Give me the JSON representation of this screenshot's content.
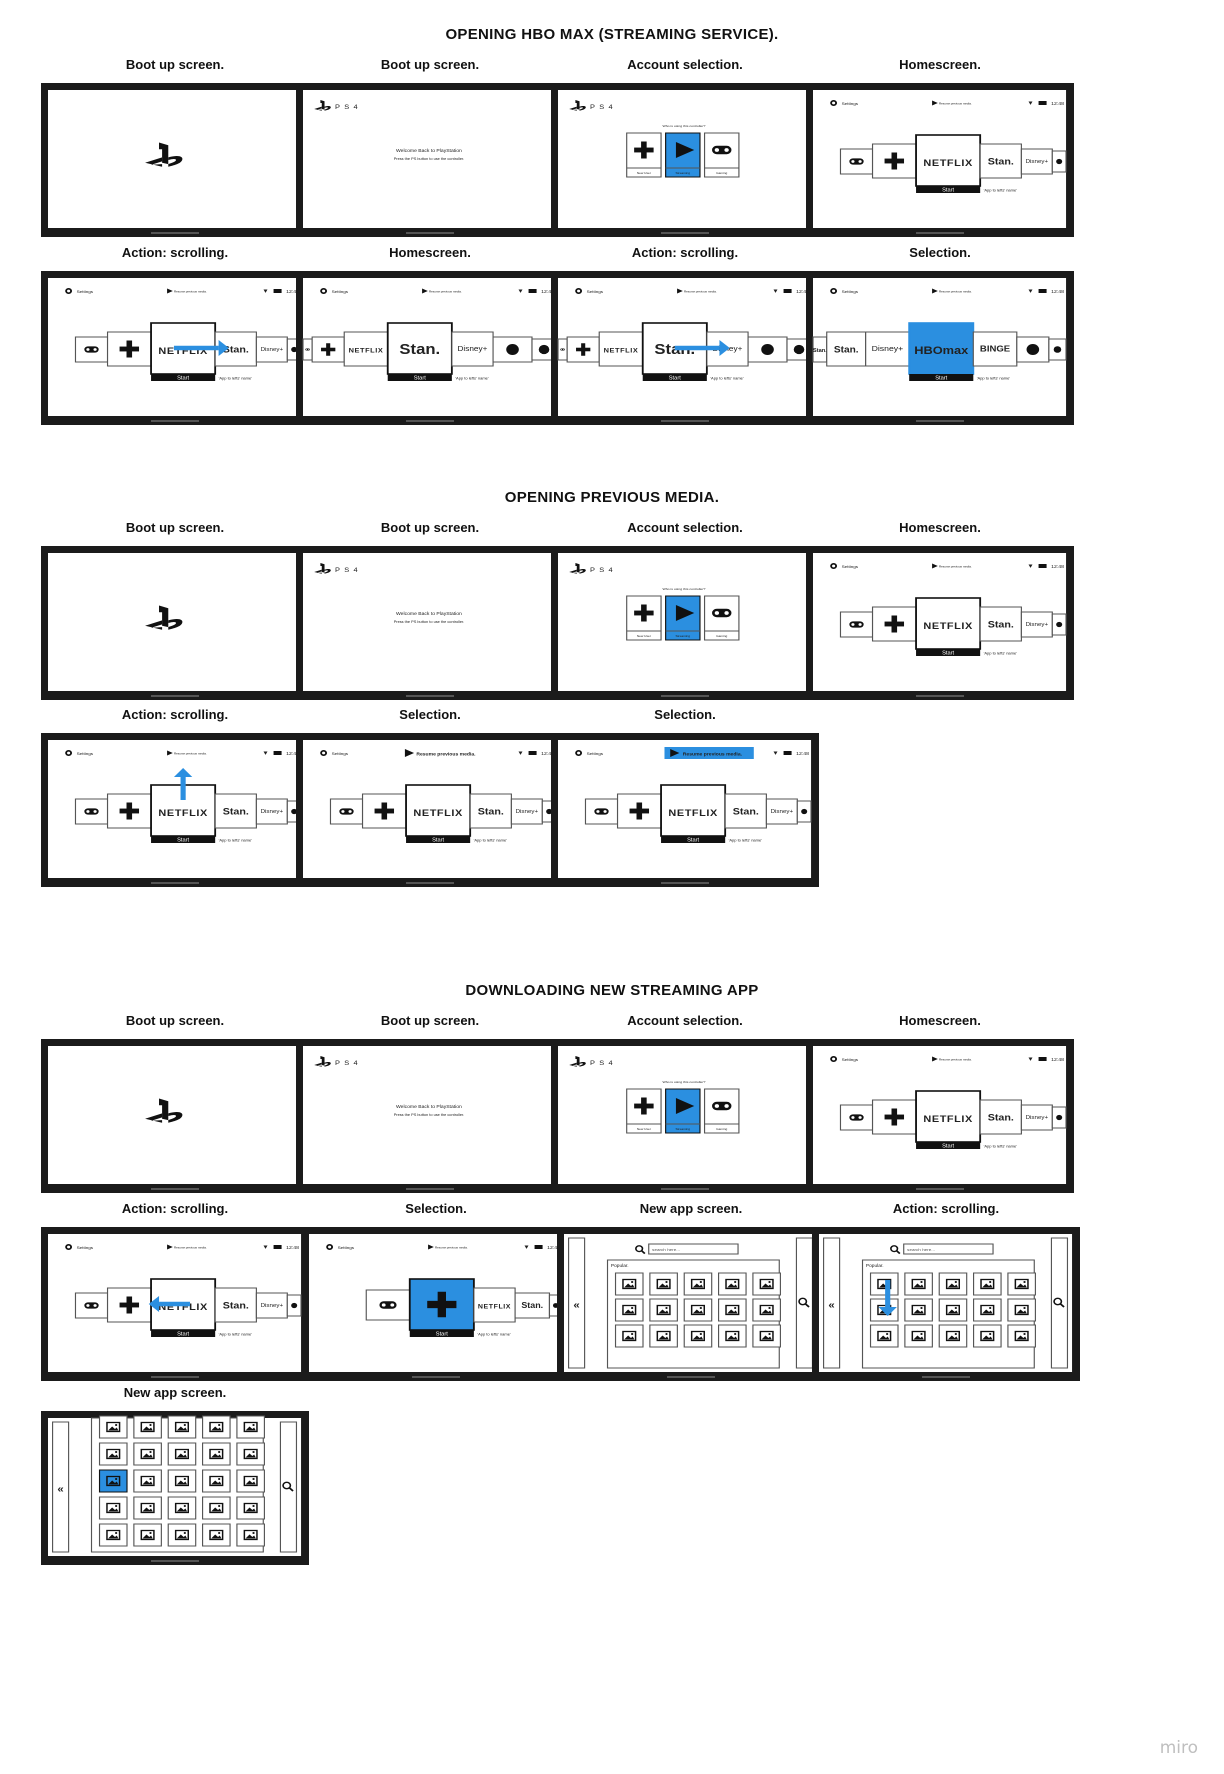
{
  "sections": [
    {
      "title": "OPENING HBO MAX (STREAMING SERVICE).",
      "frames": [
        {
          "label": "Boot up screen.",
          "screen": "boot"
        },
        {
          "label": "Boot up screen.",
          "screen": "welcome"
        },
        {
          "label": "Account selection.",
          "screen": "account"
        },
        {
          "label": "Homescreen.",
          "screen": "home"
        },
        {
          "label": "Action: scrolling.",
          "screen": "home",
          "arrow": "right"
        },
        {
          "label": "Homescreen.",
          "screen": "home2"
        },
        {
          "label": "Action: scrolling.",
          "screen": "home2",
          "arrow": "right"
        },
        {
          "label": "Selection.",
          "screen": "hbo"
        }
      ]
    },
    {
      "title": "OPENING PREVIOUS MEDIA.",
      "frames": [
        {
          "label": "Boot up screen.",
          "screen": "boot"
        },
        {
          "label": "Boot up screen.",
          "screen": "welcome"
        },
        {
          "label": "Account selection.",
          "screen": "account"
        },
        {
          "label": "Homescreen.",
          "screen": "home"
        },
        {
          "label": "Action: scrolling.",
          "screen": "home",
          "arrow": "up"
        },
        {
          "label": "Selection.",
          "screen": "home",
          "resume": "focused"
        },
        {
          "label": "Selection.",
          "screen": "home",
          "resume": "selected"
        }
      ]
    },
    {
      "title": "DOWNLOADING NEW STREAMING APP",
      "frames": [
        {
          "label": "Boot up screen.",
          "screen": "boot"
        },
        {
          "label": "Boot up screen.",
          "screen": "welcome"
        },
        {
          "label": "Account selection.",
          "screen": "account"
        },
        {
          "label": "Homescreen.",
          "screen": "home"
        },
        {
          "label": "Action: scrolling.",
          "screen": "home",
          "arrow": "left"
        },
        {
          "label": "Selection.",
          "screen": "addapp"
        },
        {
          "label": "New app screen.",
          "screen": "store"
        },
        {
          "label": "Action: scrolling.",
          "screen": "store",
          "arrow": "down"
        },
        {
          "label": "New app screen.",
          "screen": "store2"
        }
      ]
    }
  ],
  "ui": {
    "ps4": "P S 4",
    "welcome_title": "Welcome Back to PlayStation",
    "welcome_sub": "Press the PS button to use the controller.",
    "account_prompt": "Who is using this controller?",
    "account_labels": [
      "New User",
      "Streaming",
      "Gaming"
    ],
    "settings": "Settings",
    "resume": "Resume previous media.",
    "clock": "12:48",
    "start": "Start",
    "app_name": "'App to lefts' name'",
    "netflix": "NETFLIX",
    "stan": "Stan.",
    "disney": "Disney+",
    "hbomax": "HBOmax",
    "binge": "BINGE",
    "search_placeholder": "search here...",
    "popular": "Popular.",
    "back": "«"
  },
  "colors": {
    "accent": "#2b8fe0",
    "bezel": "#1b1b1b",
    "border": "#555555"
  },
  "watermark": "miro"
}
